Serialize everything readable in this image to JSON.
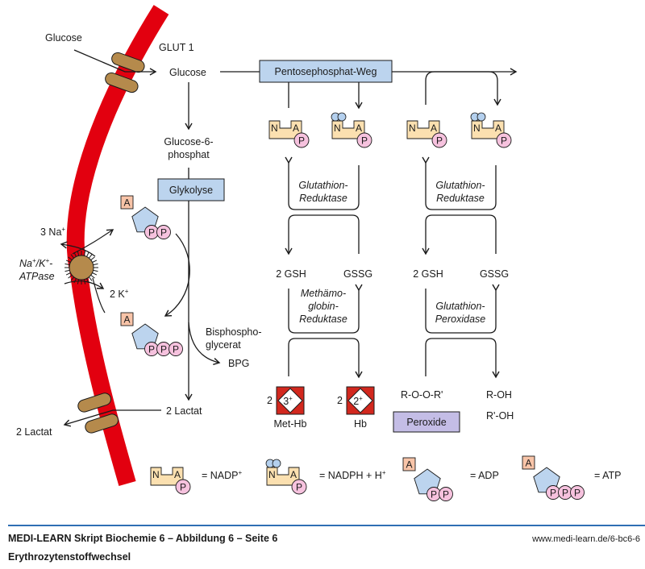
{
  "colors": {
    "membrane": "#e2000f",
    "transporter": "#b58a4c",
    "process_box": "#bcd4ee",
    "peroxide_box": "#c4bde6",
    "nadp_body": "#fbe0b0",
    "phosphate": "#f6c2de",
    "hydrogen": "#b4d0ee",
    "adenine": "#f8c4a8",
    "ribose": "#bcd4ee",
    "heme": "#d2281e",
    "footer_rule": "#2f6fb4"
  },
  "labels": {
    "glucose_outside": "Glucose",
    "glut1": "GLUT 1",
    "glucose_inside": "Glucose",
    "glucose6p_line1": "Glucose-6-",
    "glucose6p_line2": "phosphat",
    "na_out": "3 Na",
    "na_sup": "+",
    "k_in": "2 K",
    "k_sup": "+",
    "atpase_line1": "Na",
    "atpase_line1b": "/K",
    "atpase_line1c": "-",
    "atpase_line2": "ATPase",
    "bpg_line1": "Bisphospho-",
    "bpg_line2": "glycerat",
    "bpg": "BPG",
    "lactat_inside": "2 Lactat",
    "lactat_outside": "2 Lactat",
    "gsh_1": "2 GSH",
    "gssg_1": "GSSG",
    "gsh_2": "2 GSH",
    "gssg_2": "GSSG",
    "gr1_line1": "Glutathion-",
    "gr1_line2": "Reduktase",
    "gr2_line1": "Glutathion-",
    "gr2_line2": "Reduktase",
    "mhr_line1": "Methämo-",
    "mhr_line2": "globin-",
    "mhr_line3": "Reduktase",
    "gpx_line1": "Glutathion-",
    "gpx_line2": "Peroxidase",
    "methb_coef": "2",
    "methb_charge": "3",
    "methb_sup": "+",
    "methb": "Met-Hb",
    "hb_coef": "2",
    "hb_charge": "2",
    "hb_sup": "+",
    "hb": "Hb",
    "roor": "R-O-O-R'",
    "roh": "R-OH",
    "r2oh": "R'-OH"
  },
  "boxes": {
    "ppw": "Pentosephosphat-Weg",
    "glykolyse": "Glykolyse",
    "peroxide": "Peroxide"
  },
  "molecule_glyphs": {
    "n": "N",
    "a": "A",
    "p": "P"
  },
  "legend": {
    "nadp": "= NADP",
    "nadp_sup": "+",
    "nadph": "= NADPH + H",
    "nadph_sup": "+",
    "adp": "= ADP",
    "atp": "= ATP"
  },
  "footer": {
    "title": "MEDI-LEARN Skript Biochemie 6 – Abbildung 6 – Seite 6",
    "url": "www.medi-learn.de/6-bc6-6",
    "subtitle": "Erythrozytenstoffwechsel"
  }
}
